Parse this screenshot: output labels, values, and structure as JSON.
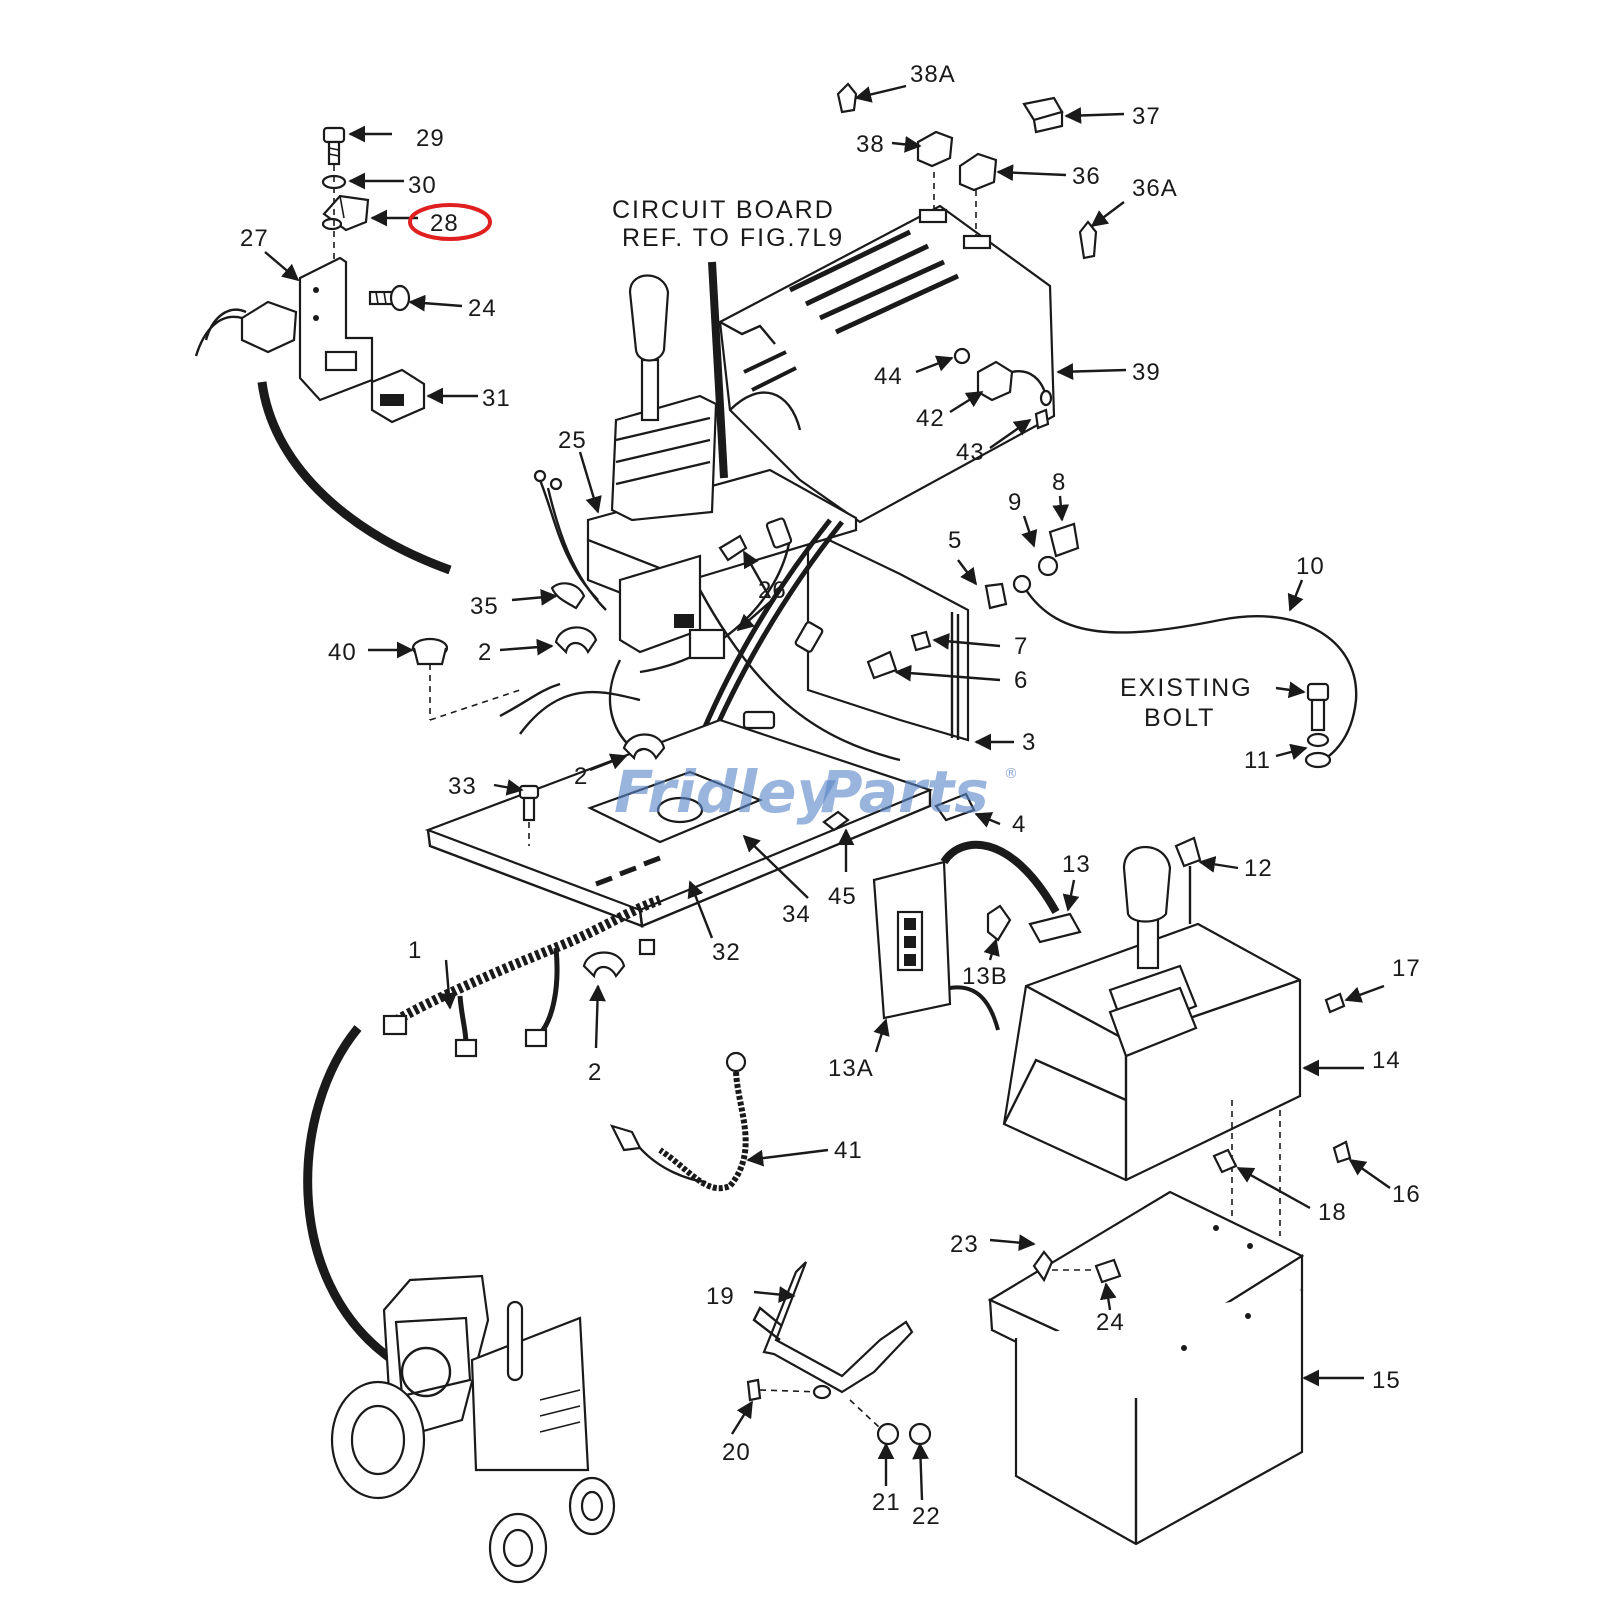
{
  "notes": {
    "circuit_board_line1": "CIRCUIT BOARD",
    "circuit_board_line2": "REF. TO FIG.7L9",
    "existing_bolt_line1": "EXISTING",
    "existing_bolt_line2": "BOLT"
  },
  "watermark": {
    "text_blue": "Fridley",
    "text_orange": "Parts",
    "registered": "®"
  },
  "highlight": {
    "part": "28",
    "color": "#e02020"
  },
  "labels": {
    "p1": "1",
    "p2a": "2",
    "p2b": "2",
    "p2c": "2",
    "p3": "3",
    "p4": "4",
    "p5": "5",
    "p6": "6",
    "p7": "7",
    "p8": "8",
    "p9": "9",
    "p10": "10",
    "p11": "11",
    "p12": "12",
    "p13": "13",
    "p13a": "13A",
    "p13b": "13B",
    "p14": "14",
    "p15": "15",
    "p16": "16",
    "p17": "17",
    "p18": "18",
    "p19": "19",
    "p20": "20",
    "p21": "21",
    "p22": "22",
    "p23": "23",
    "p24a": "24",
    "p24b": "24",
    "p25": "25",
    "p26": "26",
    "p27": "27",
    "p28": "28",
    "p29": "29",
    "p30": "30",
    "p31": "31",
    "p32": "32",
    "p33": "33",
    "p34": "34",
    "p35": "35",
    "p36": "36",
    "p36a": "36A",
    "p37": "37",
    "p38": "38",
    "p38a": "38A",
    "p39": "39",
    "p40": "40",
    "p41": "41",
    "p42": "42",
    "p43": "43",
    "p44": "44",
    "p45": "45"
  }
}
